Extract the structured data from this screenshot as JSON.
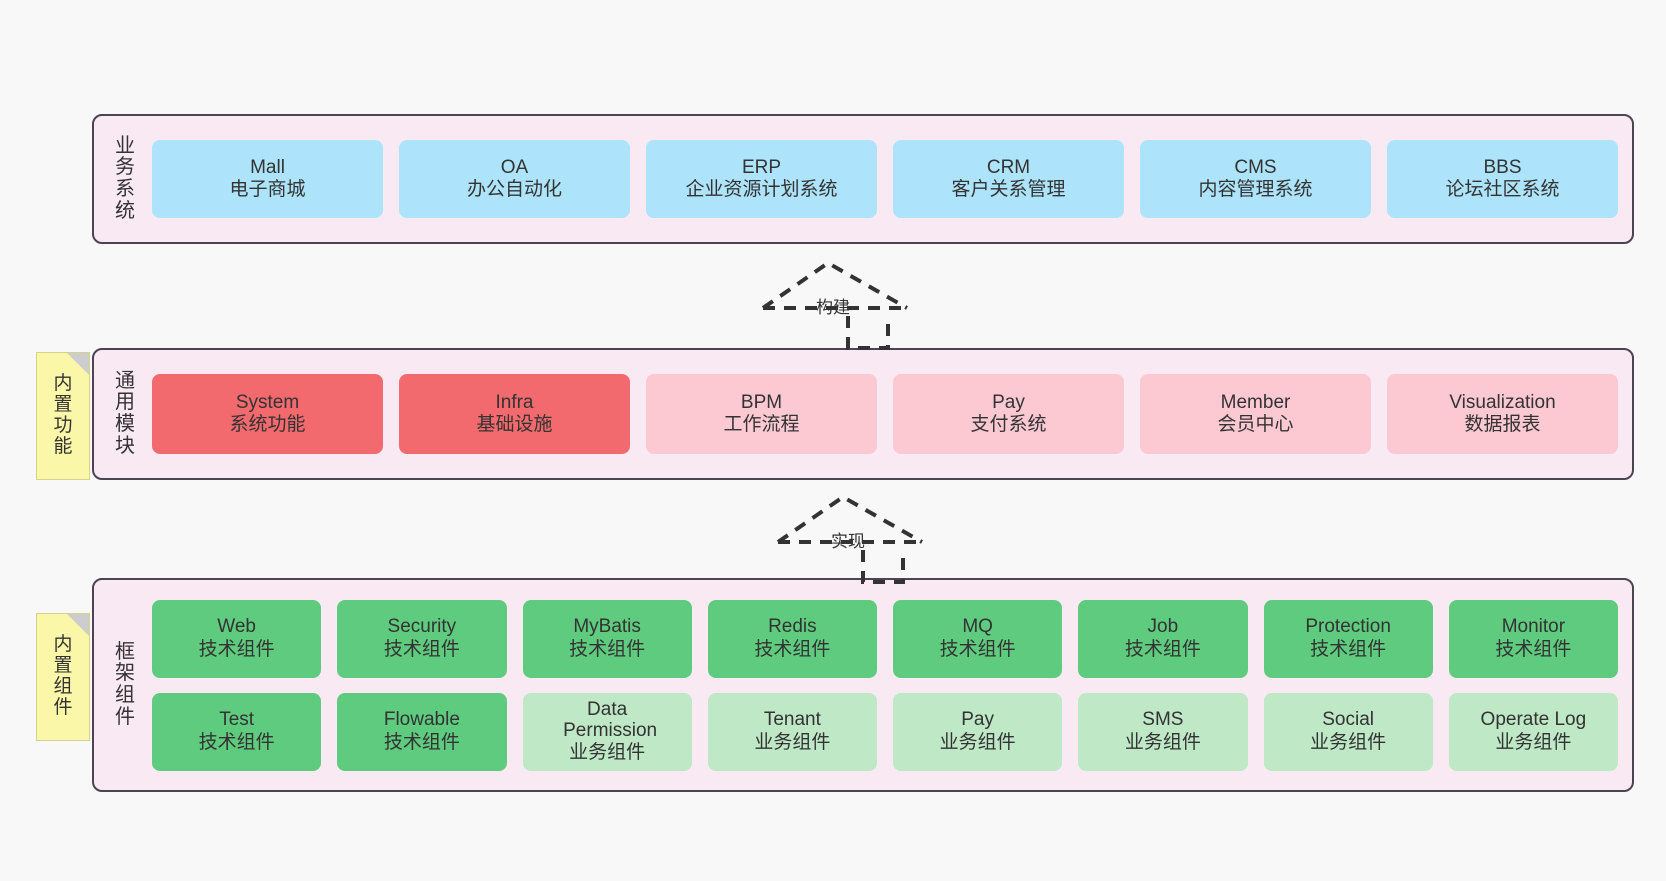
{
  "diagram": {
    "background": "#f8f8f8",
    "layer_fill": "#f9e9f3",
    "layer_border": "#4d4352"
  },
  "notes": [
    {
      "name": "builtin-function-note",
      "text": "内置功能"
    },
    {
      "name": "builtin-component-note",
      "text": "内置组件"
    }
  ],
  "connectors": [
    {
      "name": "build-connector",
      "label": "构建"
    },
    {
      "name": "implement-connector",
      "label": "实现"
    }
  ],
  "layers": [
    {
      "id": "business-system",
      "title": "业务系统",
      "color": "#ade4fb",
      "rows": [
        [
          {
            "title": "Mall",
            "subtitle": "电子商城",
            "color": "blue"
          },
          {
            "title": "OA",
            "subtitle": "办公自动化",
            "color": "blue"
          },
          {
            "title": "ERP",
            "subtitle": "企业资源计划系统",
            "color": "blue"
          },
          {
            "title": "CRM",
            "subtitle": "客户关系管理",
            "color": "blue"
          },
          {
            "title": "CMS",
            "subtitle": "内容管理系统",
            "color": "blue"
          },
          {
            "title": "BBS",
            "subtitle": "论坛社区系统",
            "color": "blue"
          }
        ]
      ]
    },
    {
      "id": "common-module",
      "title": "通用模块",
      "color": "#f26a6e",
      "rows": [
        [
          {
            "title": "System",
            "subtitle": "系统功能",
            "color": "red-strong"
          },
          {
            "title": "Infra",
            "subtitle": "基础设施",
            "color": "red-strong"
          },
          {
            "title": "BPM",
            "subtitle": "工作流程",
            "color": "red-light"
          },
          {
            "title": "Pay",
            "subtitle": "支付系统",
            "color": "red-light"
          },
          {
            "title": "Member",
            "subtitle": "会员中心",
            "color": "red-light"
          },
          {
            "title": "Visualization",
            "subtitle": "数据报表",
            "color": "red-light"
          }
        ]
      ]
    },
    {
      "id": "framework-component",
      "title": "框架组件",
      "color": "#5fcb7e",
      "rows": [
        [
          {
            "title": "Web",
            "subtitle": "技术组件",
            "color": "green-strong"
          },
          {
            "title": "Security",
            "subtitle": "技术组件",
            "color": "green-strong"
          },
          {
            "title": "MyBatis",
            "subtitle": "技术组件",
            "color": "green-strong"
          },
          {
            "title": "Redis",
            "subtitle": "技术组件",
            "color": "green-strong"
          },
          {
            "title": "MQ",
            "subtitle": "技术组件",
            "color": "green-strong"
          },
          {
            "title": "Job",
            "subtitle": "技术组件",
            "color": "green-strong"
          },
          {
            "title": "Protection",
            "subtitle": "技术组件",
            "color": "green-strong"
          },
          {
            "title": "Monitor",
            "subtitle": "技术组件",
            "color": "green-strong"
          }
        ],
        [
          {
            "title": "Test",
            "subtitle": "技术组件",
            "color": "green-strong"
          },
          {
            "title": "Flowable",
            "subtitle": "技术组件",
            "color": "green-strong"
          },
          {
            "title": "Data Permission",
            "subtitle": "业务组件",
            "color": "green-light"
          },
          {
            "title": "Tenant",
            "subtitle": "业务组件",
            "color": "green-light"
          },
          {
            "title": "Pay",
            "subtitle": "业务组件",
            "color": "green-light"
          },
          {
            "title": "SMS",
            "subtitle": "业务组件",
            "color": "green-light"
          },
          {
            "title": "Social",
            "subtitle": "业务组件",
            "color": "green-light"
          },
          {
            "title": "Operate Log",
            "subtitle": "业务组件",
            "color": "green-light"
          }
        ]
      ]
    }
  ]
}
